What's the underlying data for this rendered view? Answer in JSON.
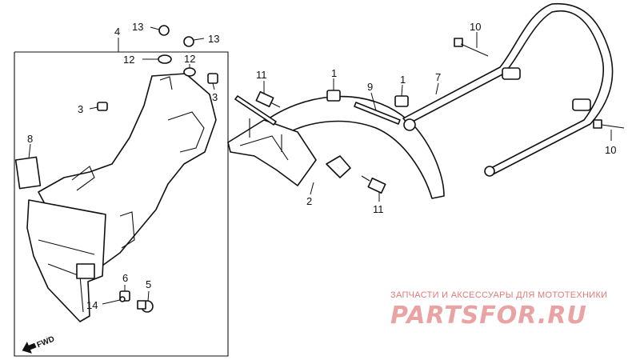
{
  "callouts": {
    "c1a": "1",
    "c1b": "1",
    "c2": "2",
    "c3a": "3",
    "c3b": "3",
    "c4": "4",
    "c5": "5",
    "c6": "6",
    "c7": "7",
    "c8": "8",
    "c9": "9",
    "c10a": "10",
    "c10b": "10",
    "c11a": "11",
    "c11b": "11",
    "c12a": "12",
    "c12b": "12",
    "c13a": "13",
    "c13b": "13",
    "c14": "14"
  },
  "direction_marker": "FWD",
  "watermark": {
    "subtitle": "ЗАПЧАСТИ И АКСЕССУАРЫ ДЛЯ МОТОТЕХНИКИ",
    "brand": "PARTSFOR.RU"
  }
}
